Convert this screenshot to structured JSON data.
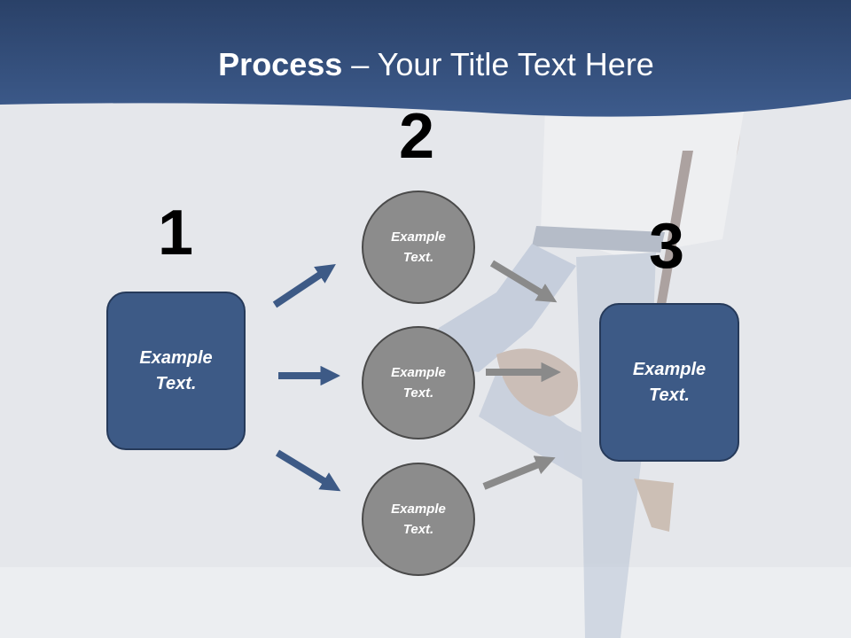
{
  "slide": {
    "title_bold": "Process",
    "title_rest": " – Your Title Text Here"
  },
  "steps": {
    "step1": {
      "number": "1",
      "box_line1": "Example",
      "box_line2": "Text."
    },
    "step2": {
      "number": "2",
      "circles": [
        {
          "line1": "Example",
          "line2": "Text."
        },
        {
          "line1": "Example",
          "line2": "Text."
        },
        {
          "line1": "Example",
          "line2": "Text."
        }
      ]
    },
    "step3": {
      "number": "3",
      "box_line1": "Example",
      "box_line2": "Text."
    }
  },
  "colors": {
    "header_blue": "#3a5787",
    "box_blue": "#3d5a86",
    "circle_gray": "#8c8c8c",
    "arrow_blue": "#3d5a86",
    "arrow_gray": "#8a8a8a"
  }
}
